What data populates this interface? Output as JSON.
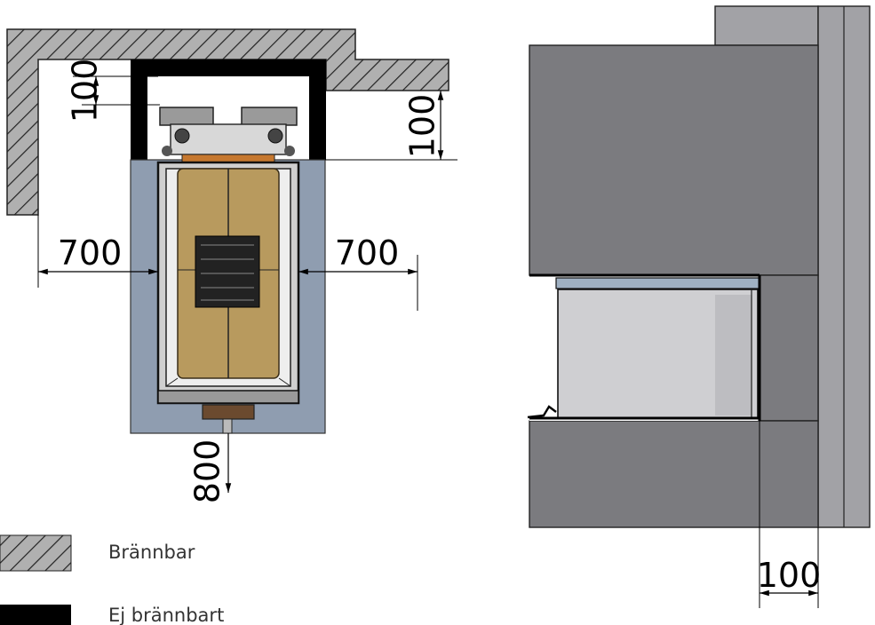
{
  "top_view": {
    "dimensions": {
      "top_gap": "100",
      "back_gap": "100",
      "left_side": "700",
      "right_side": "700",
      "front": "800"
    }
  },
  "side_view": {
    "dimensions": {
      "rear_gap": "100"
    }
  },
  "legend": {
    "items": [
      {
        "label": "Brännbar",
        "swatch": "hatched"
      },
      {
        "label": "Ej brännbart",
        "swatch": "solid-black"
      }
    ]
  },
  "colors": {
    "hatch_fill": "#b0b0b0",
    "floor_plate": "#8f9db0",
    "brass_glass": "#b89a5e",
    "wall_dark": "#7b7b7f",
    "wall_light": "#a2a2a6",
    "firebox_glass": "#cfcfd2"
  }
}
